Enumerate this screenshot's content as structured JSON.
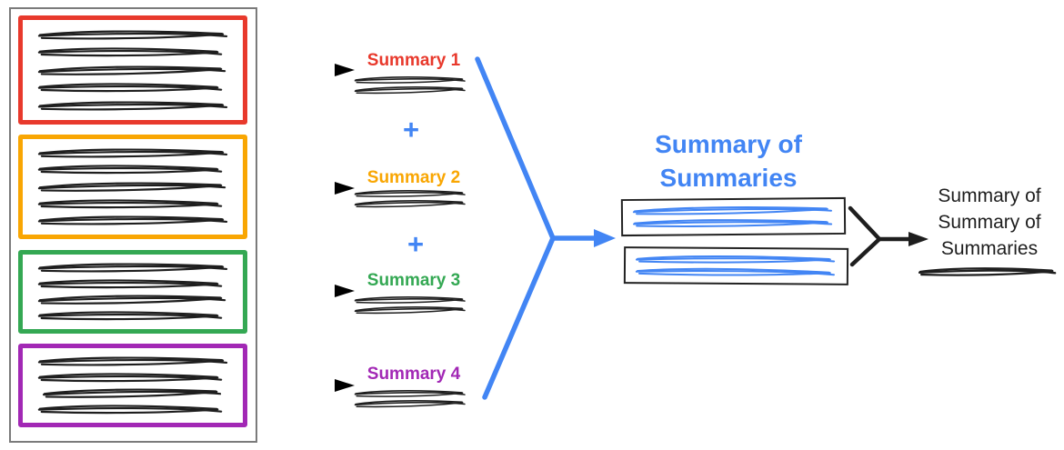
{
  "colors": {
    "red": "#e8392c",
    "orange": "#f9a602",
    "green": "#34a853",
    "purple": "#a228b5",
    "blue": "#4285f4",
    "ink": "#1e1e1e",
    "frame": "#7b7b7b",
    "box-border": "#222222"
  },
  "source_documents": [
    {
      "name": "document-1",
      "color": "red",
      "summary_label": "Summary 1",
      "text_line_count": 5
    },
    {
      "name": "document-2",
      "color": "orange",
      "summary_label": "Summary 2",
      "text_line_count": 5
    },
    {
      "name": "document-3",
      "color": "green",
      "summary_label": "Summary 3",
      "text_line_count": 4
    },
    {
      "name": "document-4",
      "color": "purple",
      "summary_label": "Summary 4",
      "text_line_count": 4
    }
  ],
  "plus_sign": "+",
  "intermediate": {
    "title": "Summary of Summaries",
    "box_count": 2
  },
  "final": {
    "title": "Summary of Summary of Summaries"
  }
}
